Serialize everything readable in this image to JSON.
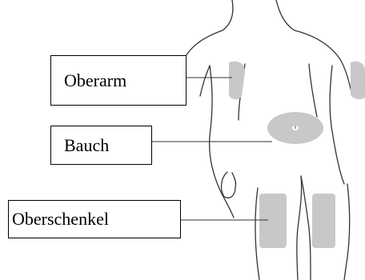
{
  "labels": {
    "upper_arm": "Oberarm",
    "abdomen": "Bauch",
    "thigh": "Oberschenkel"
  },
  "colors": {
    "injection_area": "#c8c8c8",
    "outline": "#333333",
    "background": "#ffffff"
  }
}
